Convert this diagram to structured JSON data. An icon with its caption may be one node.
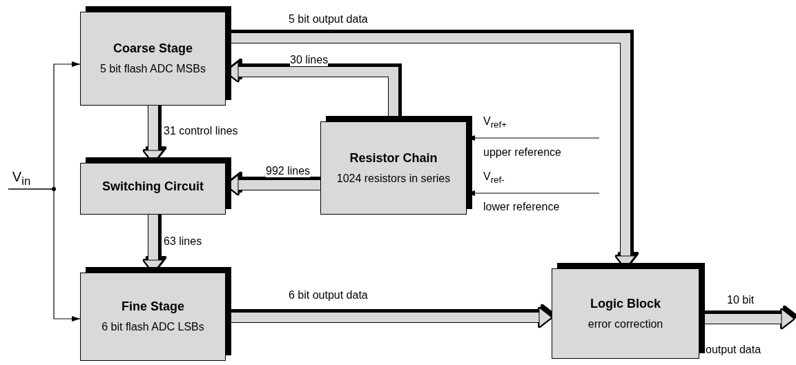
{
  "diagram": {
    "nodes": [
      {
        "text": [
          "Coarse Stage",
          "5 bit flash ADC MSBs"
        ]
      },
      {
        "text": [
          "Switching Circuit"
        ]
      },
      {
        "text": [
          "Resistor Chain",
          "1024 resistors in series"
        ]
      },
      {
        "text": [
          "Fine Stage",
          "6 bit flash ADC LSBs"
        ]
      },
      {
        "text": [
          "Logic Block",
          "error correction"
        ]
      },
      {
        "text": [
          "V$_{in}$"
        ]
      }
    ],
    "edges": [
      {
        "from": 0,
        "to": 4,
        "arrow": "to",
        "label": "5 bit output data"
      },
      {
        "from": 2,
        "to": 0,
        "arrow": "to",
        "label": "30 lines"
      },
      {
        "from": 0,
        "to": 1,
        "arrow": "to",
        "label": "31 control lines"
      },
      {
        "from": 2,
        "to": 1,
        "arrow": "to",
        "label": "992 lines"
      },
      {
        "from": 1,
        "to": 3,
        "arrow": "to",
        "label": "63 lines"
      },
      {
        "from": 3,
        "to": 4,
        "arrow": "to",
        "label": "6 bit output data"
      },
      {
        "from": 4,
        "to": null,
        "arrow": "to",
        "label": "10 bit"
      },
      {
        "from": 5,
        "to": 0,
        "arrow": "to",
        "color": "#000000"
      },
      {
        "from": 5,
        "to": 3,
        "arrow": "to",
        "color": "#000000"
      },
      {
        "from": null,
        "to": 2,
        "arrow": "to",
        "label": "V$_{ref+}$",
        "color": "#000000"
      },
      {
        "from": null,
        "to": 2,
        "arrow": "to",
        "label": "V$_{ref-}$",
        "color": "#000000"
      }
    ],
    "labels": [
      "upper reference",
      "lower reference",
      "output data"
    ]
  }
}
